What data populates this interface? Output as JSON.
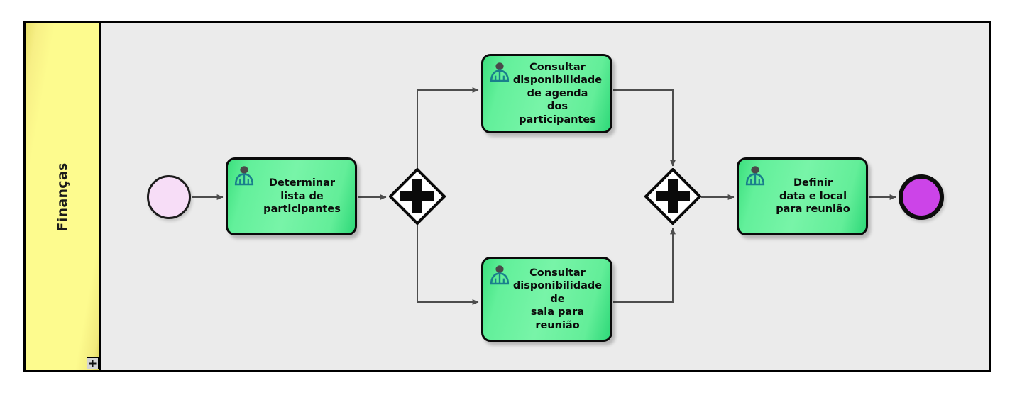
{
  "diagram": {
    "type": "bpmn-process",
    "title": "Finanças",
    "canvas_bg": "#ebebeb",
    "lane": {
      "name": "Finanças",
      "header_color": "#fdfb8e",
      "collapse_button_label": "+",
      "collapse_icon": "plus-icon"
    },
    "palette": {
      "task_fill": "#63f09b",
      "task_border": "#0a0a0a",
      "start_event_fill": "#f7ddf7",
      "end_event_fill": "#cc44e8",
      "gateway_fill": "#ffffff",
      "connector_color": "#4d4d4d",
      "user_icon_color": "#1a7f8c"
    },
    "events": [
      {
        "id": "start",
        "kind": "start-event",
        "label": "",
        "shape": "circle",
        "fill": "#f7ddf7"
      },
      {
        "id": "end",
        "kind": "end-event",
        "label": "",
        "shape": "circle-thick",
        "fill": "#cc44e8"
      }
    ],
    "gateways": [
      {
        "id": "gw-split",
        "kind": "parallel-gateway",
        "marker": "plus",
        "label": ""
      },
      {
        "id": "gw-join",
        "kind": "parallel-gateway",
        "marker": "plus",
        "label": ""
      }
    ],
    "tasks": [
      {
        "id": "task-a",
        "kind": "user-task",
        "icon": "user-icon",
        "label": "Determinar\nlista de\nparticipantes"
      },
      {
        "id": "task-b",
        "kind": "user-task",
        "icon": "user-icon",
        "label": "Consultar\ndisponibilidade\nde agenda\ndos participantes"
      },
      {
        "id": "task-c",
        "kind": "user-task",
        "icon": "user-icon",
        "label": "Consultar\ndisponibilidade\nde\nsala para reunião"
      },
      {
        "id": "task-d",
        "kind": "user-task",
        "icon": "user-icon",
        "label": "Definir\ndata e local\npara reunião"
      }
    ],
    "flows": [
      {
        "id": "f1",
        "from": "start",
        "to": "task-a",
        "label": ""
      },
      {
        "id": "f2",
        "from": "task-a",
        "to": "gw-split",
        "label": ""
      },
      {
        "id": "f3",
        "from": "gw-split",
        "to": "task-b",
        "label": ""
      },
      {
        "id": "f4",
        "from": "gw-split",
        "to": "task-c",
        "label": ""
      },
      {
        "id": "f5",
        "from": "task-b",
        "to": "gw-join",
        "label": ""
      },
      {
        "id": "f6",
        "from": "task-c",
        "to": "gw-join",
        "label": ""
      },
      {
        "id": "f7",
        "from": "gw-join",
        "to": "task-d",
        "label": ""
      },
      {
        "id": "f8",
        "from": "task-d",
        "to": "end",
        "label": ""
      }
    ]
  }
}
